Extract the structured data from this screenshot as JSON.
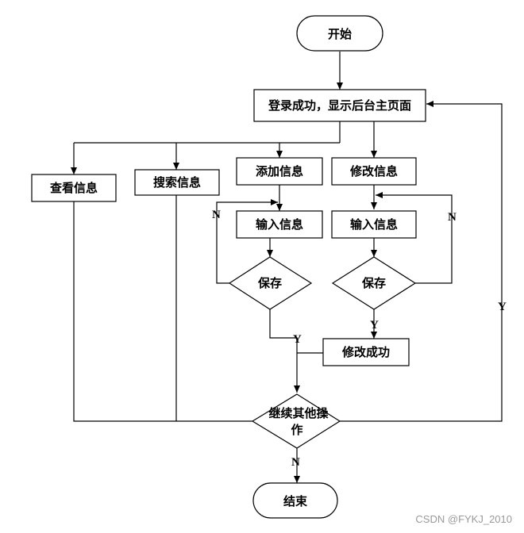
{
  "nodes": {
    "start": "开始",
    "login": "登录成功，显示后台主页面",
    "view": "查看信息",
    "search": "搜索信息",
    "add": "添加信息",
    "modify": "修改信息",
    "input_add": "输入信息",
    "input_modify": "输入信息",
    "save_add": "保存",
    "save_modify": "保存",
    "modify_success": "修改成功",
    "continue_line1": "继续其他操",
    "continue_line2": "作",
    "end": "结束"
  },
  "edge_labels": {
    "add_no": "N",
    "add_yes": "Y",
    "modify_no": "N",
    "modify_yes": "Y",
    "continue_yes": "Y",
    "continue_no": "N"
  },
  "watermark": "CSDN @FYKJ_2010"
}
